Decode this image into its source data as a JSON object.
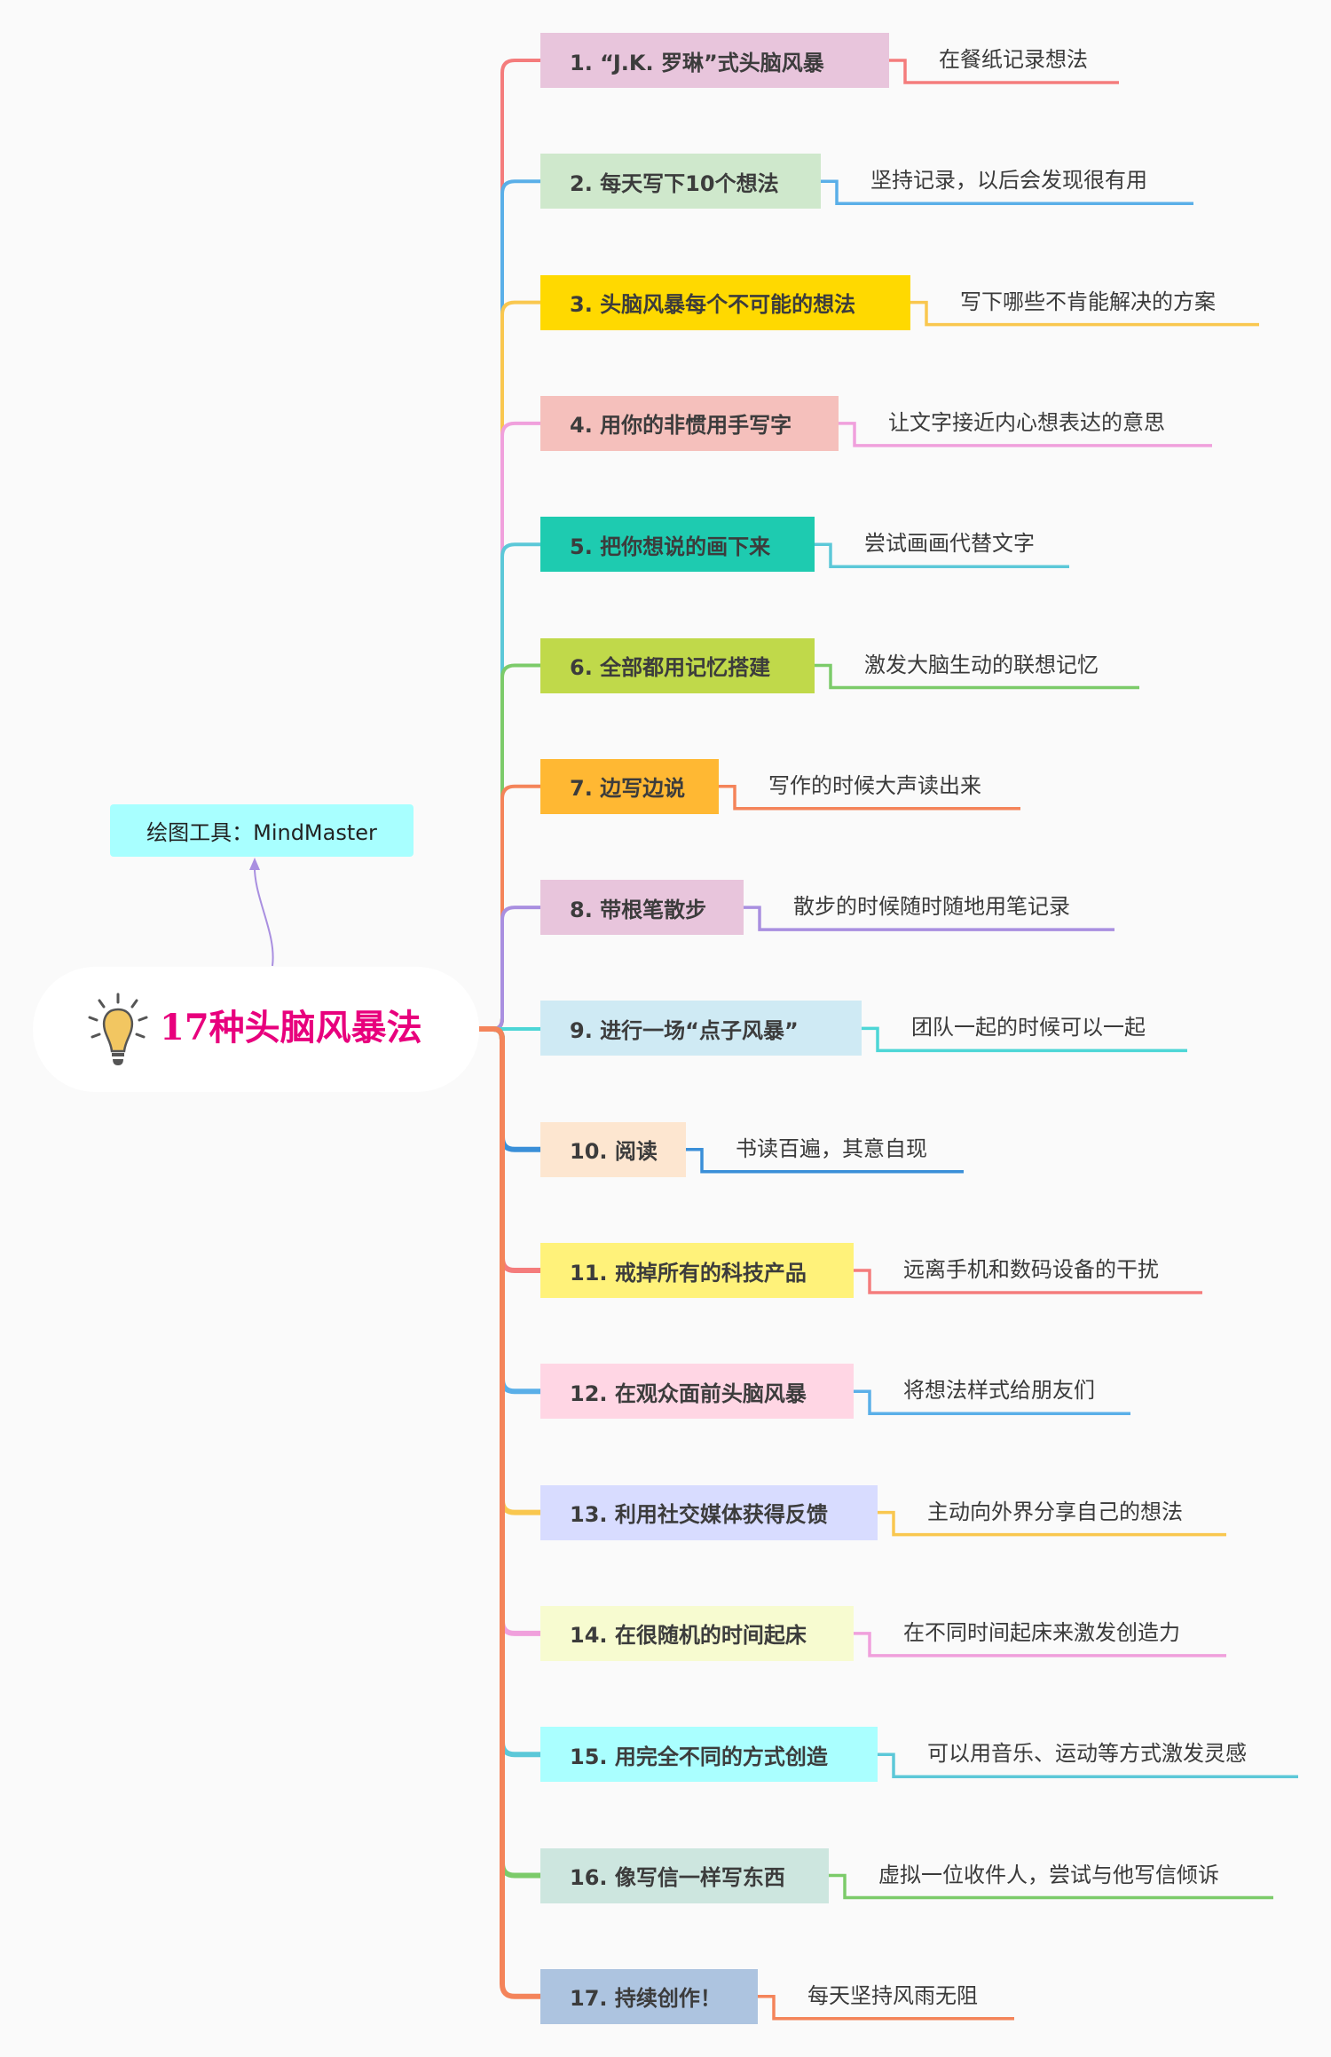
{
  "central_topic": "17种头脑风暴法",
  "tool_note": "绘图工具：MindMaster",
  "branches": [
    {
      "label": "1. “J.K. 罗琳”式头脑风暴",
      "detail": "在餐纸记录想法",
      "box_color": "#e8c5dc",
      "line_color": "#f47c7c"
    },
    {
      "label": "2. 每天写下10个想法",
      "detail": "坚持记录，以后会发现很有用",
      "box_color": "#cfe8cc",
      "line_color": "#5aafe8"
    },
    {
      "label": "3. 头脑风暴每个不可能的想法",
      "detail": "写下哪些不肯能解决的方案",
      "box_color": "#ffd900",
      "line_color": "#f9c74f"
    },
    {
      "label": "4. 用你的非惯用手写字",
      "detail": "让文字接近内心想表达的意思",
      "box_color": "#f5c0bc",
      "line_color": "#f0a0dc"
    },
    {
      "label": "5. 把你想说的画下来",
      "detail": "尝试画画代替文字",
      "box_color": "#1ecbb0",
      "line_color": "#5cc8d8"
    },
    {
      "label": "6. 全部都用记忆搭建",
      "detail": "激发大脑生动的联想记忆",
      "box_color": "#c0d94a",
      "line_color": "#7ccb6a"
    },
    {
      "label": "7. 边写边说",
      "detail": "写作的时候大声读出来",
      "box_color": "#ffb833",
      "line_color": "#f4845a"
    },
    {
      "label": "8. 带根笔散步",
      "detail": "散步的时候随时随地用笔记录",
      "box_color": "#e8c5dc",
      "line_color": "#a98fe0"
    },
    {
      "label": "9. 进行一场“点子风暴”",
      "detail": "团队一起的时候可以一起",
      "box_color": "#cfeaf4",
      "line_color": "#4dd6d6"
    },
    {
      "label": "10. 阅读",
      "detail": "书读百遍，其意自现",
      "box_color": "#fde6d0",
      "line_color": "#3a8fd8"
    },
    {
      "label": "11. 戒掉所有的科技产品",
      "detail": "远离手机和数码设备的干扰",
      "box_color": "#fff27a",
      "line_color": "#f47c7c"
    },
    {
      "label": "12. 在观众面前头脑风暴",
      "detail": "将想法样式给朋友们",
      "box_color": "#ffd6e4",
      "line_color": "#5aafe8"
    },
    {
      "label": "13. 利用社交媒体获得反馈",
      "detail": "主动向外界分享自己的想法",
      "box_color": "#d8dcff",
      "line_color": "#f9c74f"
    },
    {
      "label": "14. 在很随机的时间起床",
      "detail": "在不同时间起床来激发创造力",
      "box_color": "#f7fbd0",
      "line_color": "#f0a0dc"
    },
    {
      "label": "15. 用完全不同的方式创造",
      "detail": "可以用音乐、运动等方式激发灵感",
      "box_color": "#aaffff",
      "line_color": "#5cc8d8"
    },
    {
      "label": "16. 像写信一样写东西",
      "detail": "虚拟一位收件人，尝试与他写信倾诉",
      "box_color": "#cde6df",
      "line_color": "#7ccb6a"
    },
    {
      "label": "17. 持续创作！",
      "detail": "每天坚持风雨无阻",
      "box_color": "#adc4e0",
      "line_color": "#f4845a"
    }
  ]
}
